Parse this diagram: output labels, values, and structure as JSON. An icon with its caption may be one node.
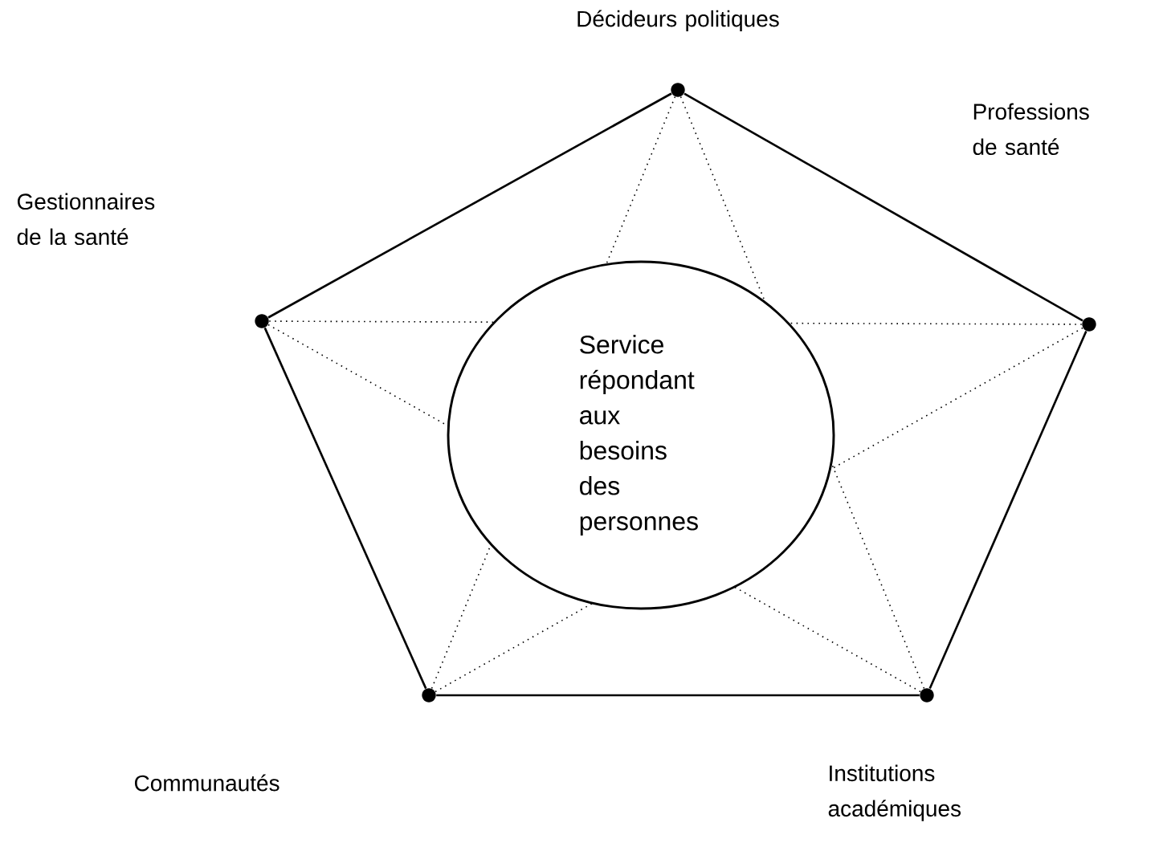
{
  "diagram": {
    "nodes": [
      {
        "text": [],
        "shape": "circle"
      },
      {
        "text": [],
        "shape": "circle"
      },
      {
        "text": [],
        "shape": "circle"
      },
      {
        "text": [
          "Service répondant aux besoins des personnes"
        ]
      },
      {
        "text": [],
        "shape": "circle"
      },
      {
        "text": [],
        "shape": "circle"
      }
    ],
    "edges": [
      {
        "from": 0,
        "to": 2,
        "arrow": "none"
      },
      {
        "from": 2,
        "to": 5,
        "arrow": "none"
      },
      {
        "from": 5,
        "to": 4,
        "arrow": "none"
      },
      {
        "from": 4,
        "to": 1,
        "arrow": "none"
      },
      {
        "from": 1,
        "to": 0,
        "arrow": "none"
      },
      {
        "from": 0,
        "to": 3,
        "arrow": "none",
        "style": "dashed"
      },
      {
        "from": 4,
        "to": 3,
        "arrow": "none",
        "style": "dashed"
      },
      {
        "from": 0,
        "to": 3,
        "arrow": "none",
        "style": "dashed"
      },
      {
        "from": 5,
        "to": 3,
        "arrow": "none",
        "style": "dashed"
      },
      {
        "from": 1,
        "to": 3,
        "arrow": "none",
        "style": "dashed"
      },
      {
        "from": 2,
        "to": 3,
        "arrow": "none",
        "style": "dashed"
      },
      {
        "from": 1,
        "to": 3,
        "arrow": "none",
        "style": "dashed"
      },
      {
        "from": 5,
        "to": 3,
        "arrow": "none",
        "style": "dashed"
      },
      {
        "from": 2,
        "to": 3,
        "arrow": "none",
        "style": "dashed"
      },
      {
        "from": 4,
        "to": 3,
        "arrow": "none",
        "style": "dashed"
      }
    ],
    "labels": [
      "Décideurs politiques",
      "Professions de santé",
      "Gestionnaires de la santé",
      "Communautés",
      "Institutions académiques"
    ]
  }
}
